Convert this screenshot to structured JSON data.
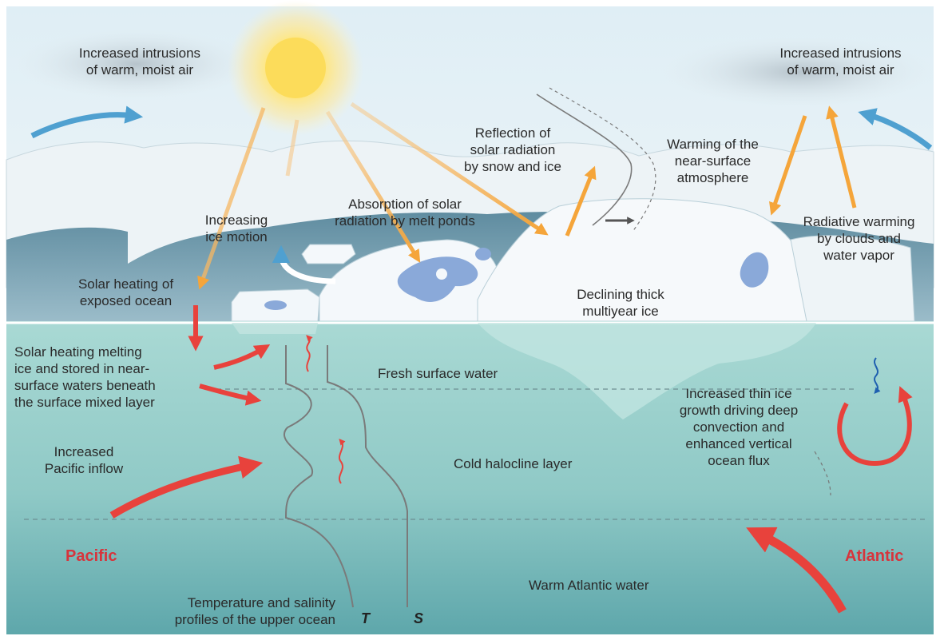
{
  "labels": {
    "warm_air_left": "Increased intrusions\nof warm, moist air",
    "warm_air_right": "Increased intrusions\nof warm, moist air",
    "reflection": "Reflection of\nsolar radiation\nby snow and ice",
    "near_surface_warming": "Warming of the\nnear-surface\natmosphere",
    "melt_pond_absorption": "Absorption of solar\nradiation by melt ponds",
    "ice_motion": "Increasing\nice motion",
    "radiative_warming": "Radiative warming\nby clouds and\nwater vapor",
    "exposed_ocean": "Solar heating of\nexposed ocean",
    "multiyear_ice": "Declining thick\nmultiyear ice",
    "melting_stored": "Solar heating melting\nice and stored in near-\nsurface waters beneath\nthe surface mixed layer",
    "fresh_water": "Fresh surface water",
    "thin_ice_growth": "Increased thin ice\ngrowth driving deep\nconvection and\nenhanced vertical\nocean flux",
    "pacific_inflow": "Increased\nPacific inflow",
    "halocline": "Cold halocline layer",
    "pacific": "Pacific",
    "atlantic": "Atlantic",
    "warm_atlantic": "Warm Atlantic water",
    "profiles": "Temperature and salinity\nprofiles of the upper ocean",
    "t_axis": "T",
    "s_axis": "S"
  },
  "colors": {
    "ocean_top": "#9fd3cf",
    "ocean_bottom": "#5fa9ac",
    "ice": "#f4f8fb",
    "melt_pond": "#8aa9d9",
    "solar_arrow": "#f5a53a",
    "heat_arrow": "#e8423c",
    "wind_arrow": "#4fa0d0",
    "region_label": "#d7343c"
  }
}
